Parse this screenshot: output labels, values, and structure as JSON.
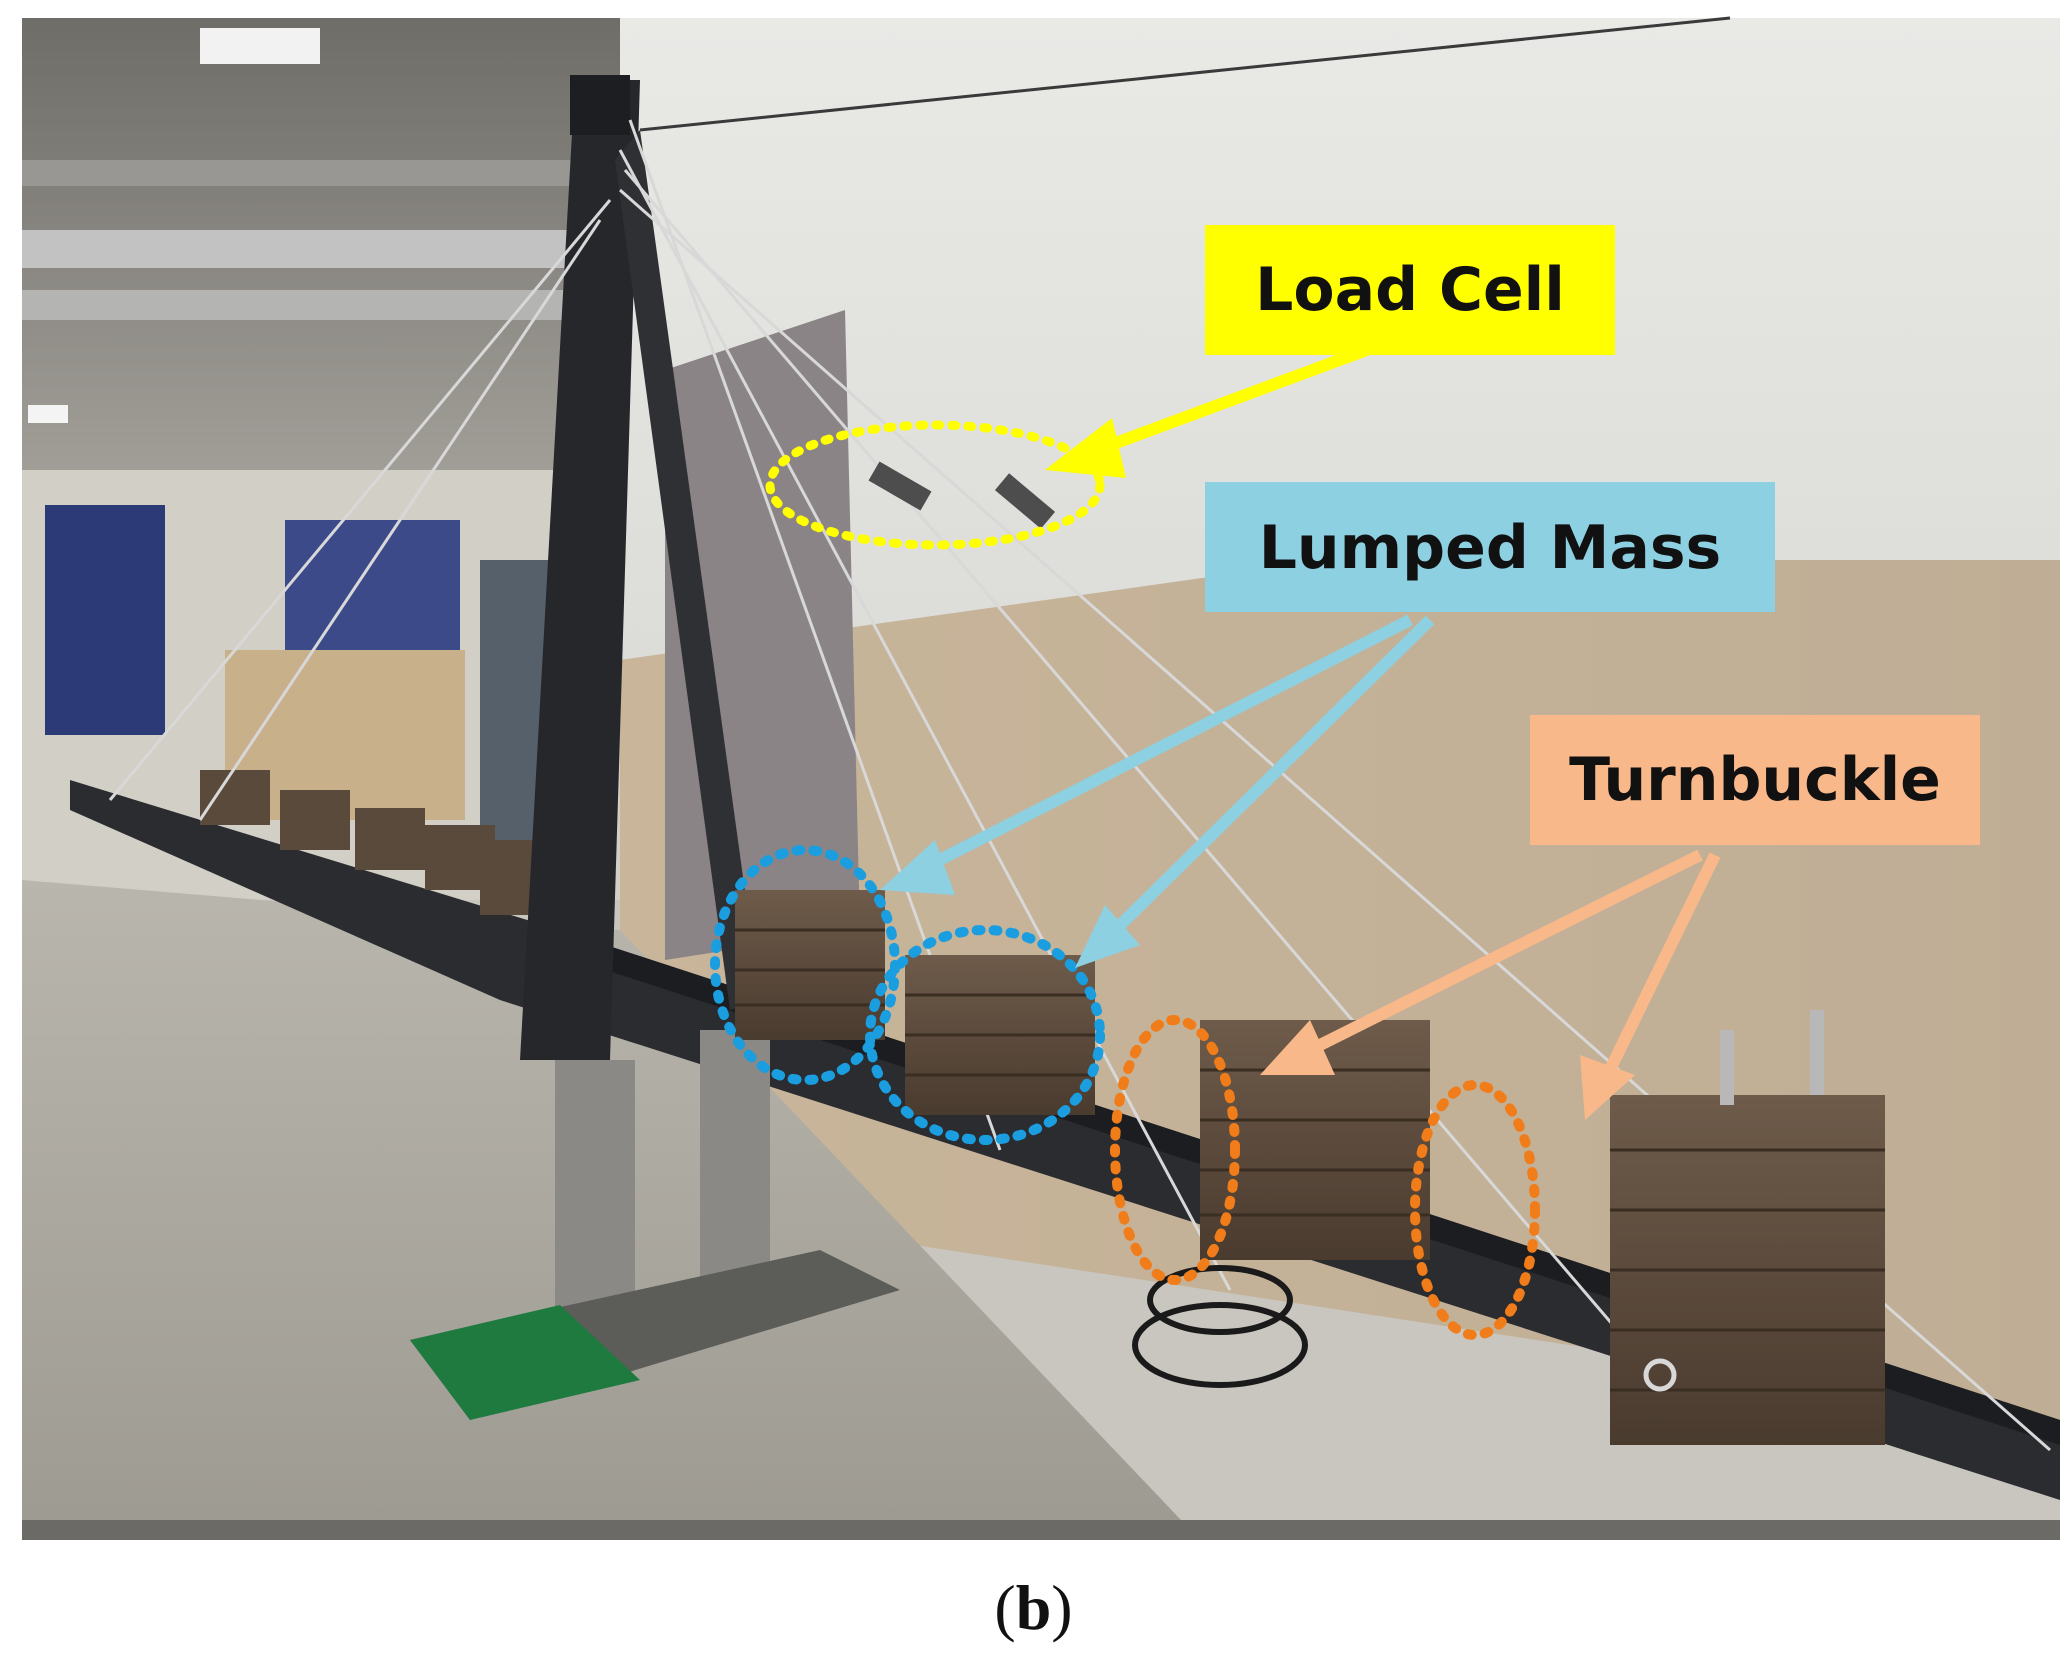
{
  "figure": {
    "labels": {
      "load_cell": "Load Cell",
      "lumped_mass": "Lumped Mass",
      "turnbuckle": "Turnbuckle"
    },
    "caption": {
      "open": "(",
      "letter": "b",
      "close": ")"
    }
  },
  "colors": {
    "load_cell": "#ffff00",
    "lumped_mass": "#8cd0e2",
    "lumped_mass_ring": "#1a9ee0",
    "turnbuckle": "#f9b88a",
    "turnbuckle_ring": "#f07d1a"
  }
}
